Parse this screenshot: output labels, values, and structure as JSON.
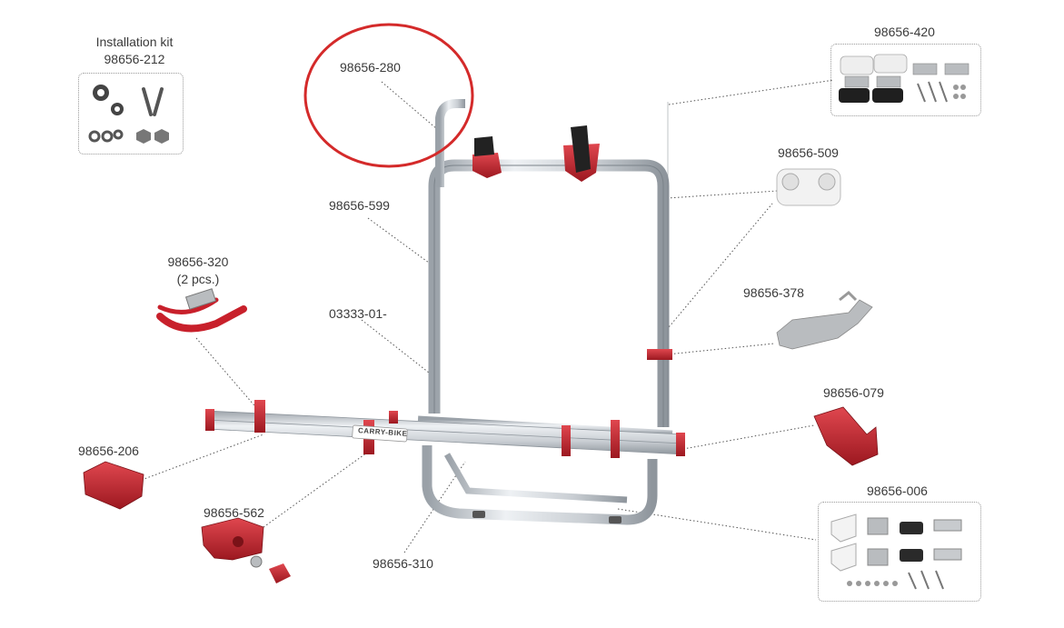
{
  "parts": {
    "installation_kit_title": "Installation kit",
    "installation_kit_code": "98656-212",
    "p280": "98656-280",
    "p420": "98656-420",
    "p509": "98656-509",
    "p599": "98656-599",
    "p320": "98656-320",
    "p320_qty": "(2 pcs.)",
    "p03333": "03333-01-",
    "p378": "98656-378",
    "p079": "98656-079",
    "p206": "98656-206",
    "p562": "98656-562",
    "p310": "98656-310",
    "p006": "98656-006"
  },
  "rack_logo_text": "CARRY-BIKE",
  "colors": {
    "accent_red": "#c8202b",
    "highlight_circle": "#d42a2a",
    "aluminium": "#c9ced3",
    "plastic_white": "#eeeeee",
    "plastic_grey": "#b9bcbf"
  },
  "icons": [
    "gears-icon",
    "screws-icon",
    "chain-icon",
    "nuts-icon"
  ],
  "highlighted_part": "98656-280"
}
